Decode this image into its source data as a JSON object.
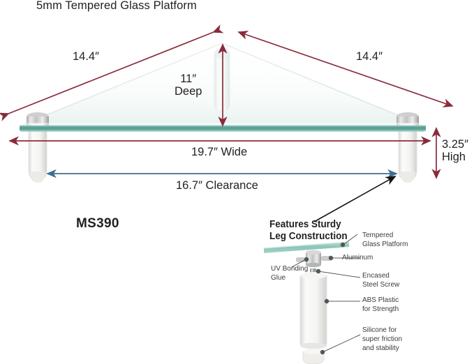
{
  "title": "5mm Tempered Glass Platform",
  "model": "MS390",
  "dimensions": {
    "left_slant": "14.4″",
    "right_slant": "14.4″",
    "depth": "11″\nDeep",
    "width": "19.7″ Wide",
    "clearance": "16.7″ Clearance",
    "height": "3.25″\nHigh"
  },
  "callout": {
    "heading": "Features Sturdy\nLeg Construction",
    "parts": {
      "glass": "Tempered\nGlass Platform",
      "aluminum": "Aluminum",
      "uv_glue": "UV Bonding\nGlue",
      "steel_screw": "Encased\nSteel Screw",
      "abs_plastic": "ABS Plastic\nfor Strength",
      "silicone": "Silicone for\nsuper friction\nand stability"
    }
  },
  "colors": {
    "dim_red": "#8a2b3c",
    "dim_blue": "#3d6e91",
    "glass_edge": "#59a396",
    "glass_tint": "#eef5f3",
    "leg_body": "#f3f3f1",
    "aluminum": "#bdbdbd",
    "pointer_black": "#1a1a1a",
    "leader_gray": "#5a5a5a",
    "text": "#231f20"
  },
  "icons": {
    "arrow_red": "double-arrow-icon",
    "arrow_blue": "clearance-arrow-icon",
    "pointer": "callout-pointer-icon",
    "leader_dot": "leader-dot-icon"
  }
}
